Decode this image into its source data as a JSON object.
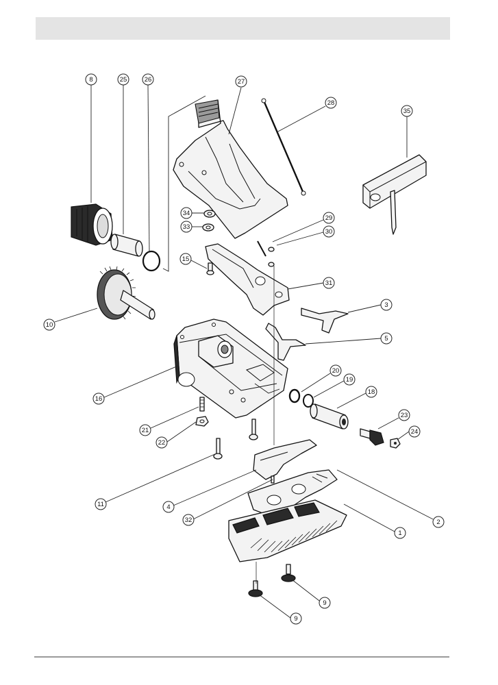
{
  "diagram": {
    "callouts": [
      {
        "id": "8",
        "label": "8"
      },
      {
        "id": "25",
        "label": "25"
      },
      {
        "id": "26",
        "label": "26"
      },
      {
        "id": "27",
        "label": "27"
      },
      {
        "id": "28",
        "label": "28"
      },
      {
        "id": "35",
        "label": "35"
      },
      {
        "id": "34",
        "label": "34"
      },
      {
        "id": "33",
        "label": "33"
      },
      {
        "id": "29",
        "label": "29"
      },
      {
        "id": "30",
        "label": "30"
      },
      {
        "id": "15",
        "label": "15"
      },
      {
        "id": "31",
        "label": "31"
      },
      {
        "id": "3",
        "label": "3"
      },
      {
        "id": "10",
        "label": "10"
      },
      {
        "id": "5",
        "label": "5"
      },
      {
        "id": "20",
        "label": "20"
      },
      {
        "id": "19",
        "label": "19"
      },
      {
        "id": "16",
        "label": "16"
      },
      {
        "id": "18",
        "label": "18"
      },
      {
        "id": "23",
        "label": "23"
      },
      {
        "id": "21",
        "label": "21"
      },
      {
        "id": "24",
        "label": "24"
      },
      {
        "id": "22",
        "label": "22"
      },
      {
        "id": "11",
        "label": "11"
      },
      {
        "id": "4",
        "label": "4"
      },
      {
        "id": "2",
        "label": "2"
      },
      {
        "id": "32",
        "label": "32"
      },
      {
        "id": "1",
        "label": "1"
      },
      {
        "id": "9a",
        "label": "9"
      },
      {
        "id": "9b",
        "label": "9"
      }
    ]
  },
  "colors": {
    "header_bar": "#e4e4e4",
    "footer_rule": "#9a9a9a",
    "ink": "#111111"
  }
}
